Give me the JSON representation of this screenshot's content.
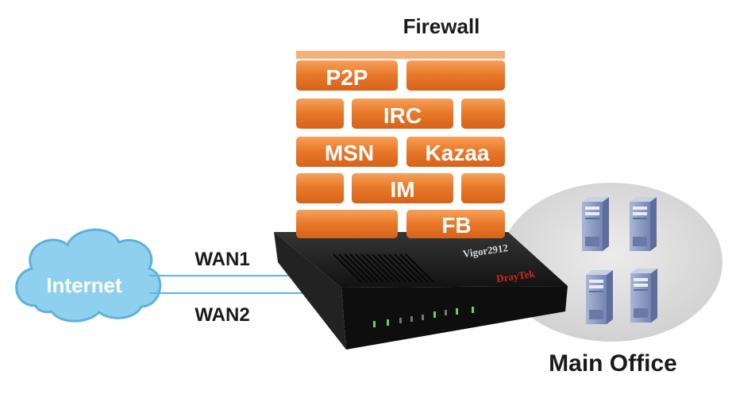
{
  "diagram": {
    "title": "Firewall",
    "cloud_label": "Internet",
    "links": [
      {
        "label": "WAN1"
      },
      {
        "label": "WAN2"
      }
    ],
    "office_label": "Main Office",
    "router": {
      "model": "Vigor2912",
      "brand": "DrayTek"
    },
    "wall_labels": [
      "P2P",
      "IRC",
      "MSN",
      "Kazaa",
      "IM",
      "FB"
    ],
    "colors": {
      "brick": "#e8782a",
      "brick_light": "#f4a565",
      "mortar": "#5a4a40",
      "cloud": "#8fd0ef",
      "cloud_stroke": "#5cb1dd",
      "link_line": "#5bb6e3",
      "office_ellipse": "#d5d5d5",
      "router_body": "#1d1d1d",
      "led": "#5bd65b",
      "brand_red": "#d0281c",
      "server": "#8fa0c8"
    }
  }
}
